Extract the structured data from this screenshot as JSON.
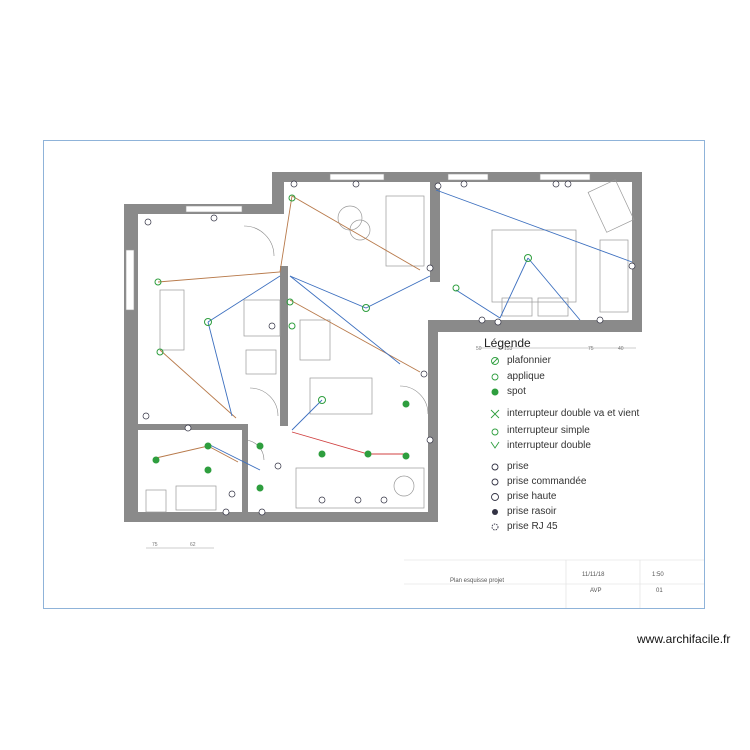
{
  "legend": {
    "title": "Légende",
    "items": [
      {
        "label": "plafonnier",
        "icon": "plafonnier-icon"
      },
      {
        "label": "applique",
        "icon": "applique-icon"
      },
      {
        "label": "spot",
        "icon": "spot-icon"
      },
      {
        "label": "interrupteur double va et vient",
        "icon": "switch-double-two-way-icon"
      },
      {
        "label": "interrupteur simple",
        "icon": "switch-simple-icon"
      },
      {
        "label": "interrupteur double",
        "icon": "switch-double-icon"
      },
      {
        "label": "prise",
        "icon": "socket-icon"
      },
      {
        "label": "prise commandée",
        "icon": "switched-socket-icon"
      },
      {
        "label": "prise haute",
        "icon": "high-socket-icon"
      },
      {
        "label": "prise rasoir",
        "icon": "razor-socket-icon"
      },
      {
        "label": "prise RJ 45",
        "icon": "rj45-socket-icon"
      }
    ]
  },
  "cartouche": {
    "title": "Plan esquisse projet",
    "date": "11/11/18",
    "scale": "1:50",
    "phase": "AVP",
    "sheet": "01"
  },
  "dimensions": {
    "top_right": [
      "50",
      "153",
      "75",
      "40"
    ],
    "bottom_left": [
      "75",
      "62"
    ]
  },
  "watermark": "www.archifacile.fr",
  "colors": {
    "wall": "#8a8a8a",
    "frame": "#8fb3d9",
    "blue_circuit": "#3c6fbf",
    "brown_circuit": "#b87a4b",
    "red_circuit": "#d04040",
    "fixture_green": "#2e9e3e"
  }
}
